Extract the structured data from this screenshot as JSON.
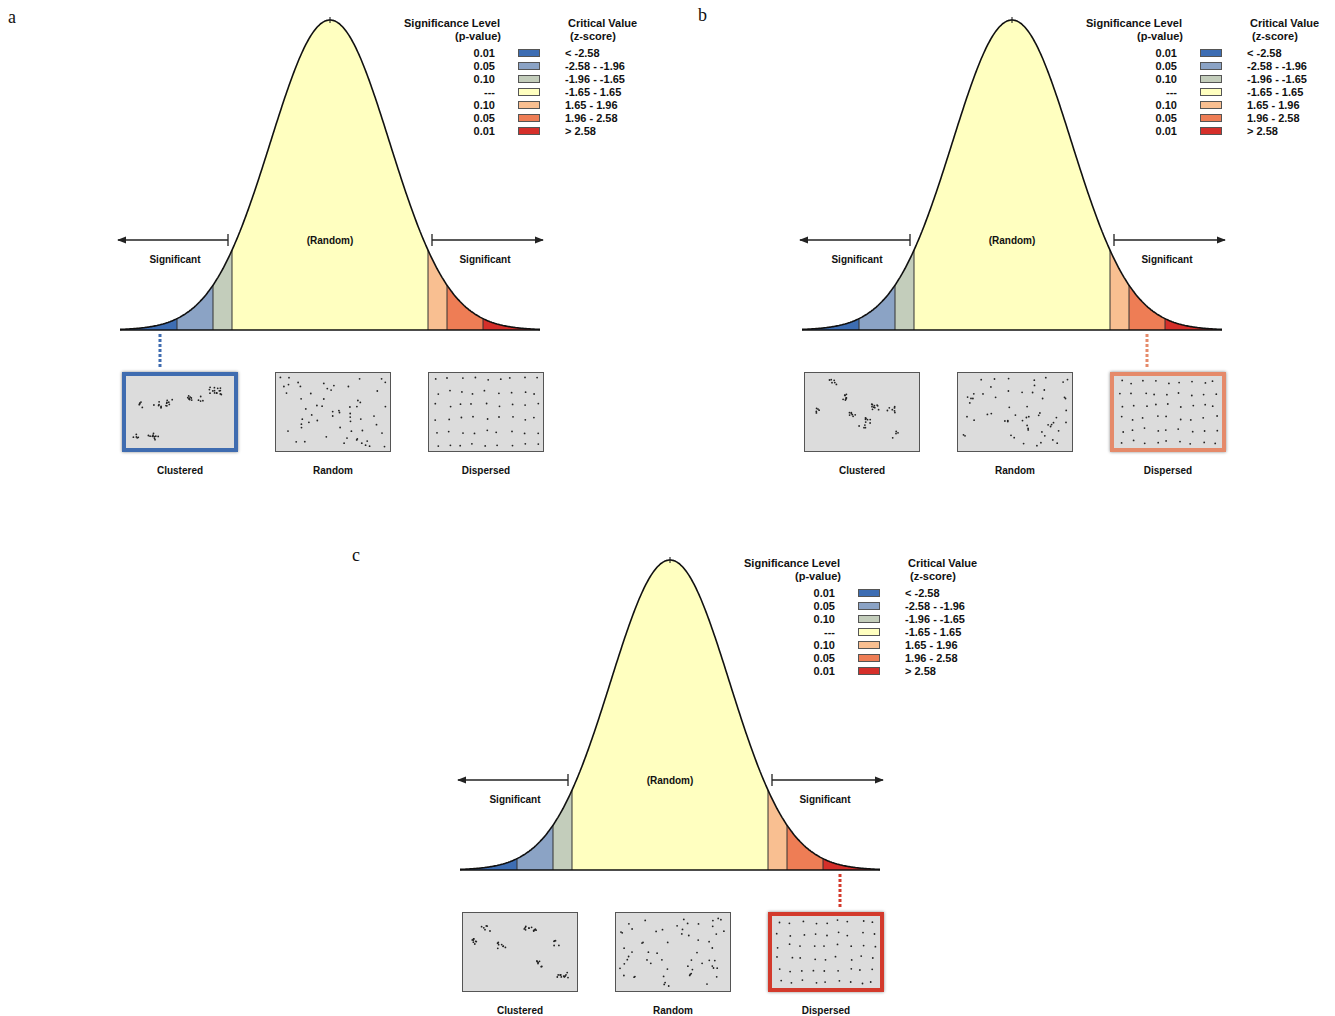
{
  "diagram": {
    "nodes": [
      {
        "text": [
          "Clustered"
        ]
      },
      {
        "text": [
          "Random"
        ]
      },
      {
        "text": [
          "Dispersed"
        ]
      },
      {
        "text": [
          "Clustered"
        ]
      },
      {
        "text": [
          "Random"
        ]
      },
      {
        "text": [
          "Dispersed"
        ]
      },
      {
        "text": [
          "Clustered"
        ]
      },
      {
        "text": [
          "Random"
        ]
      },
      {
        "text": [
          "Dispersed"
        ]
      }
    ],
    "labels": [
      "a",
      "Significance Level",
      "(p-value)",
      "Critical Value",
      "(z-score)",
      "0.01",
      "0.05",
      "0.10",
      "---",
      "0.10",
      "0.05",
      "0.01",
      "(Random)",
      "Significant",
      "Significant",
      "b",
      "Significance Level",
      "(p-value)",
      "Critical Value",
      "(z-score)",
      "0.01",
      "0.05",
      "0.10",
      "---",
      "0.10",
      "0.05",
      "0.01",
      "(Random)",
      "Significant",
      "Significant",
      "c",
      "Significance Level",
      "(p-value)",
      "Critical Value",
      "(z-score)",
      "0.01",
      "0.05",
      "0.10",
      "---",
      "0.10",
      "0.05",
      "0.01",
      "(Random)",
      "Significant",
      "Significant"
    ],
    "legend": [
      {
        "text": "< -2.58",
        "color": "#3d6db3"
      },
      {
        "text": "-2.58 - -1.96",
        "color": "#8ba3c5"
      },
      {
        "text": "-1.96 - -1.65",
        "color": "#c3cdbb"
      },
      {
        "text": "-1.65 - 1.65",
        "color": "#ffffc0"
      },
      {
        "text": "1.65 - 1.96",
        "color": "#f9bf91"
      },
      {
        "text": "1.96 - 2.58",
        "color": "#ee7d55"
      },
      {
        "text": "> 2.58",
        "color": "#d52f2a"
      },
      {
        "text": "< -2.58",
        "color": "#3d6db3"
      },
      {
        "text": "-2.58 - -1.96",
        "color": "#8ba3c5"
      },
      {
        "text": "-1.96 - -1.65",
        "color": "#c3cdbb"
      },
      {
        "text": "-1.65 - 1.65",
        "color": "#ffffc0"
      },
      {
        "text": "1.65 - 1.96",
        "color": "#f9bf91"
      },
      {
        "text": "1.96 - 2.58",
        "color": "#ee7d55"
      },
      {
        "text": "> 2.58",
        "color": "#d52f2a"
      },
      {
        "text": "< -2.58",
        "color": "#3d6db3"
      },
      {
        "text": "-2.58 - -1.96",
        "color": "#8ba3c5"
      },
      {
        "text": "-1.96 - -1.65",
        "color": "#c3cdbb"
      },
      {
        "text": "-1.65 - 1.65",
        "color": "#ffffc0"
      },
      {
        "text": "1.65 - 1.96",
        "color": "#f9bf91"
      },
      {
        "text": "1.96 - 2.58",
        "color": "#ee7d55"
      },
      {
        "text": "> 2.58",
        "color": "#d52f2a"
      }
    ]
  }
}
